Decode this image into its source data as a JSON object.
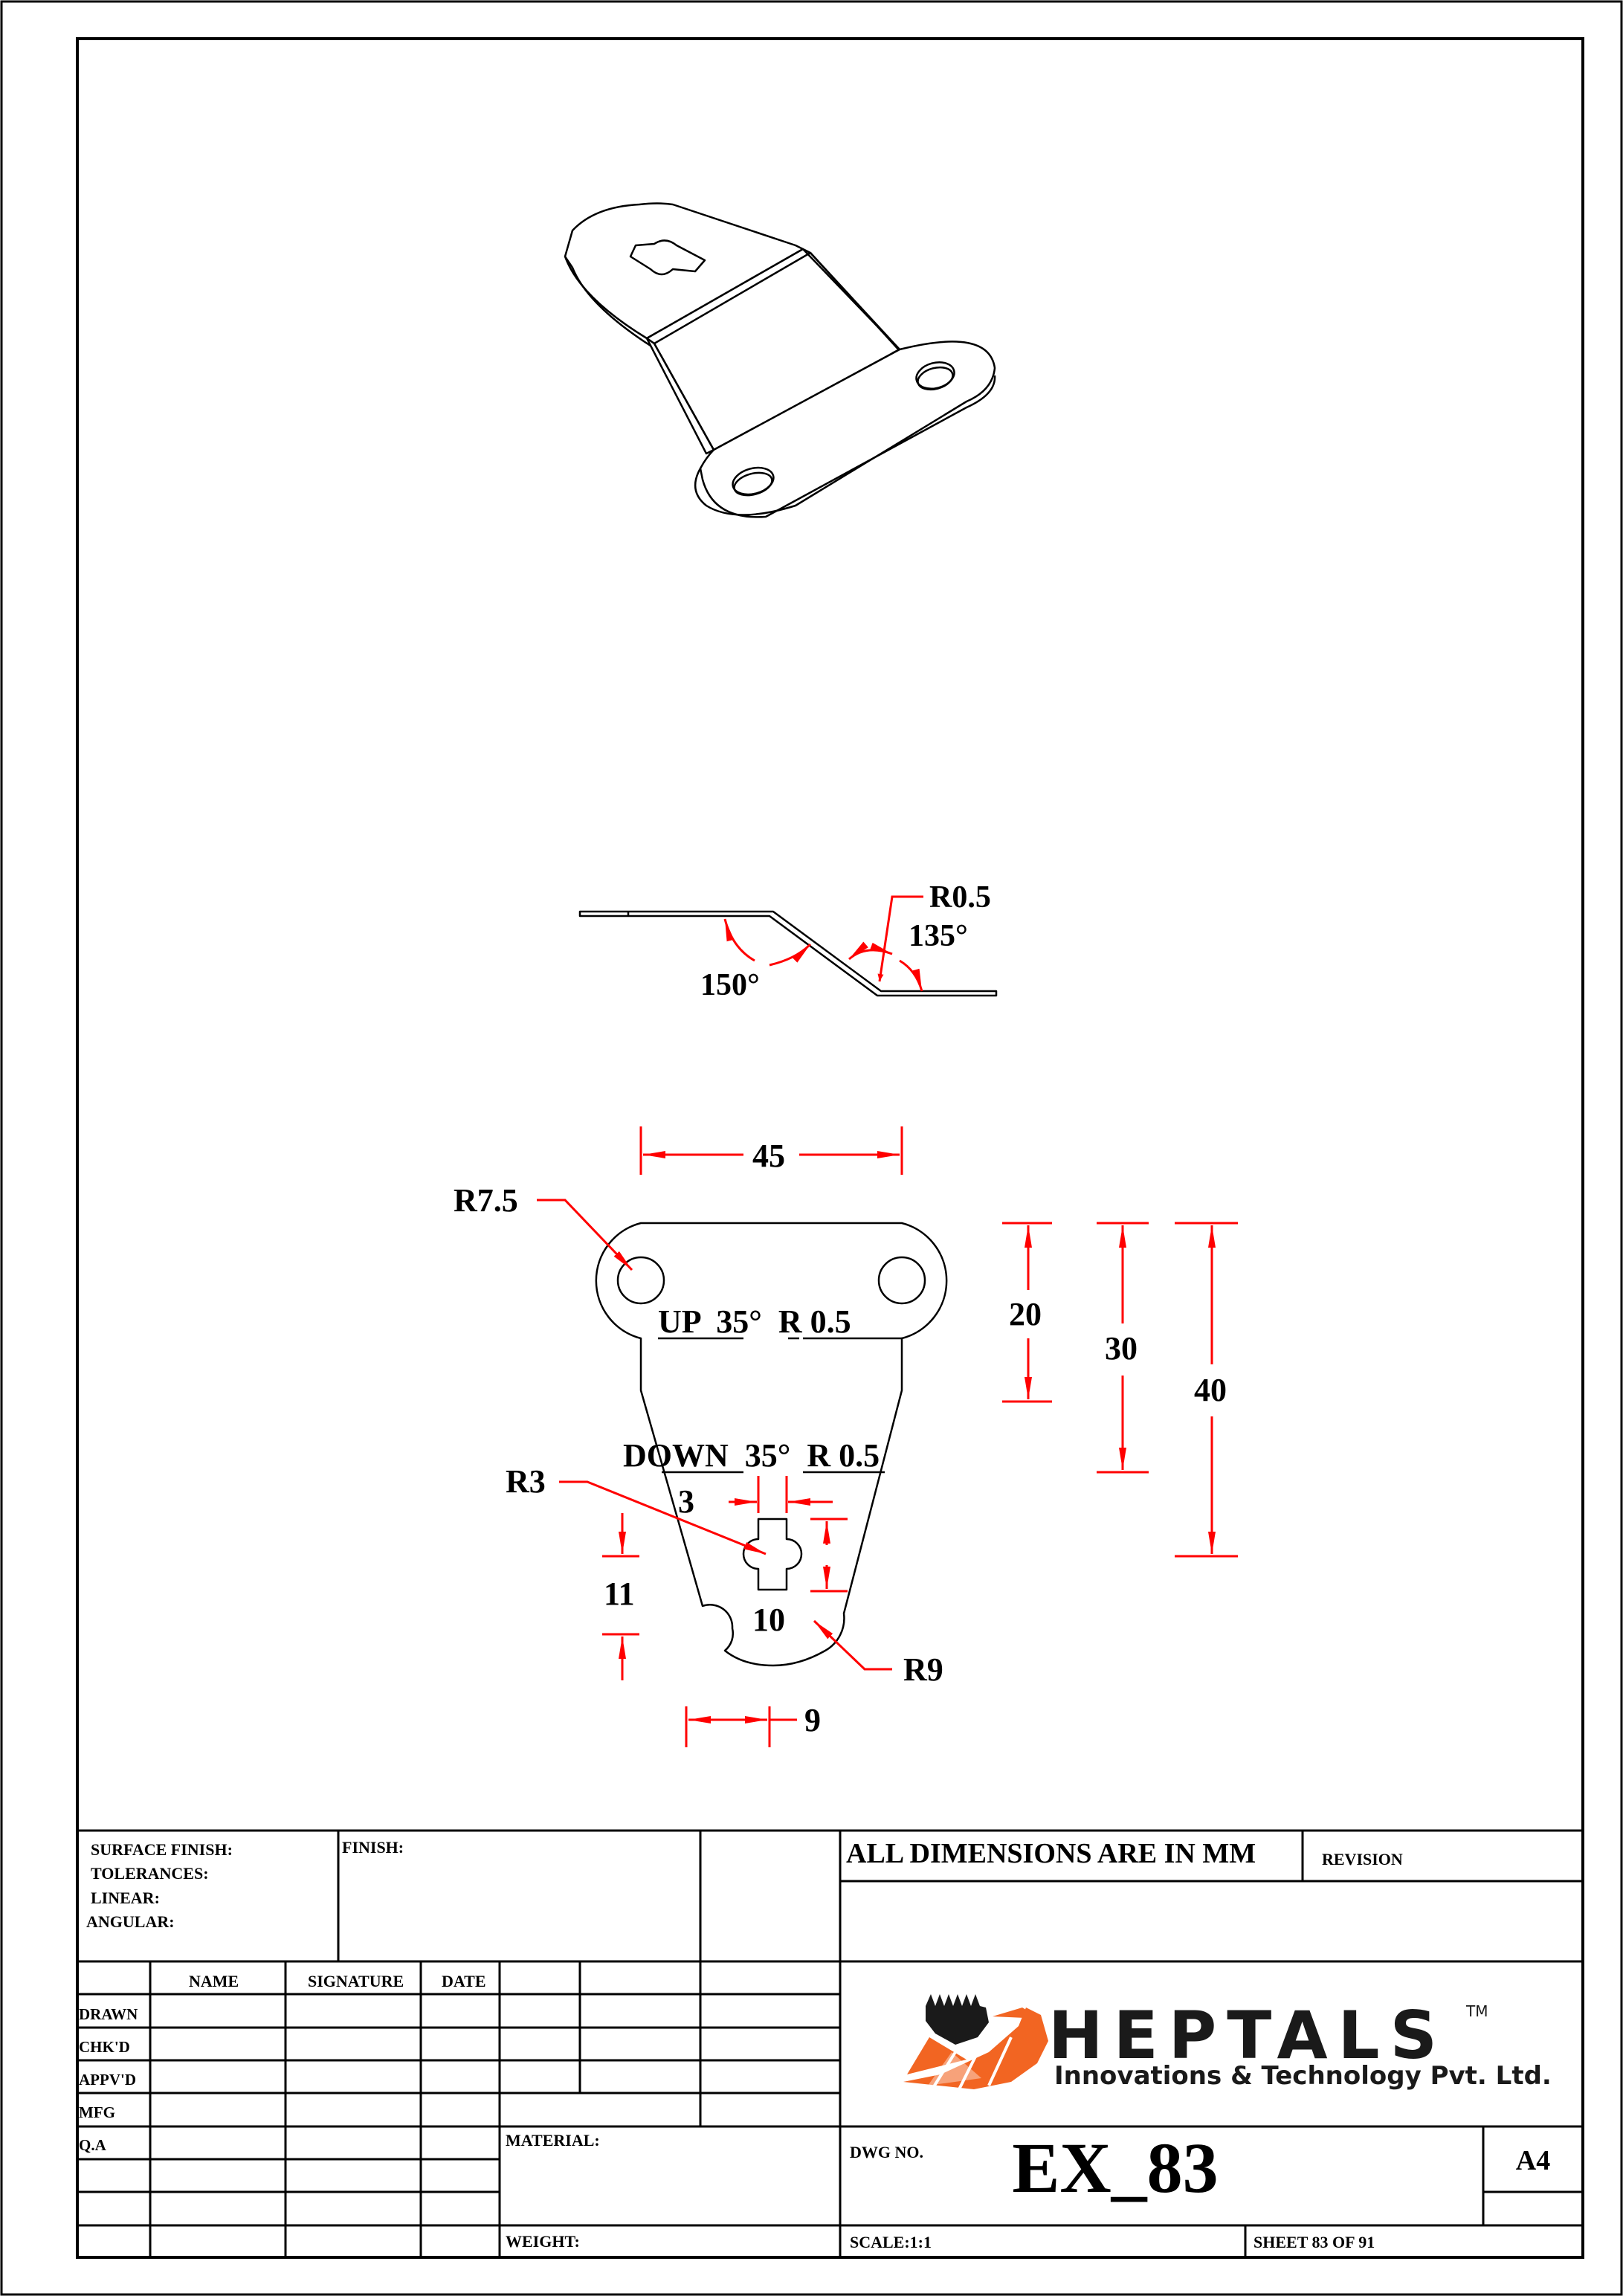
{
  "drawing": {
    "dimensions": {
      "r05_side": "R0.5",
      "angle_135": "135°",
      "angle_150": "150°",
      "width_45": "45",
      "r75": "R7.5",
      "bend_up": "UP  35°  R 0.5",
      "bend_down": "DOWN  35°  R 0.5",
      "h20": "20",
      "h30": "30",
      "h40": "40",
      "r3": "R3",
      "w3": "3",
      "h11": "11",
      "h10": "10",
      "r9": "R9",
      "w9": "9"
    }
  },
  "title_block": {
    "surface_finish": "SURFACE FINISH:",
    "tolerances": "TOLERANCES:",
    "linear": "LINEAR:",
    "angular": "ANGULAR:",
    "finish": "FINISH:",
    "units_note": "ALL DIMENSIONS ARE IN MM",
    "revision": "REVISION",
    "col_name": "NAME",
    "col_signature": "SIGNATURE",
    "col_date": "DATE",
    "row_drawn": "DRAWN",
    "row_checked": "CHK'D",
    "row_approved": "APPV'D",
    "row_mfg": "MFG",
    "row_qa": "Q.A",
    "material": "MATERIAL:",
    "weight": "WEIGHT:",
    "dwg_no_label": "DWG NO.",
    "dwg_no": "EX_83",
    "size": "A4",
    "scale": "SCALE:1:1",
    "sheet": "SHEET 83 OF 91"
  },
  "logo": {
    "name": "HEPTALS",
    "trademark": "TM",
    "tagline": "Innovations & Technology Pvt. Ltd.",
    "accent_color": "#f26522",
    "dark_color": "#1a1a1a"
  },
  "colors": {
    "dimension": "#ff0000",
    "line": "#000000"
  }
}
